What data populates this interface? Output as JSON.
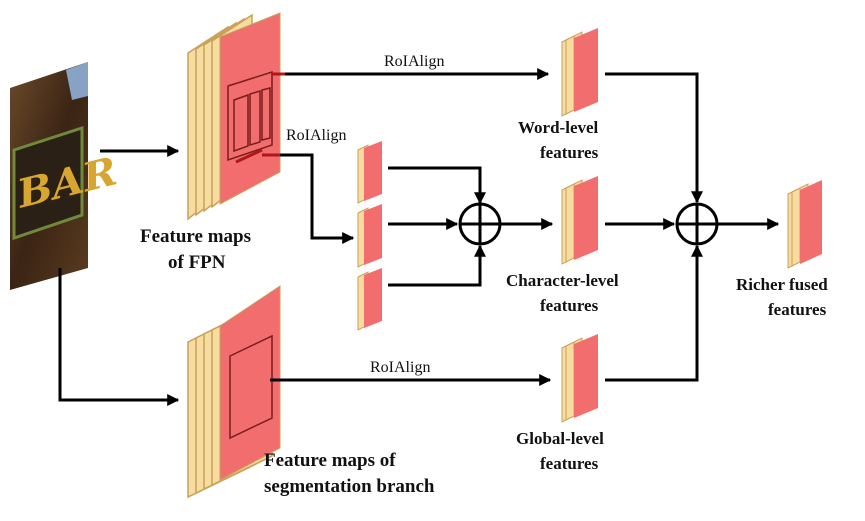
{
  "labels": {
    "fpn_line1": "Feature maps",
    "fpn_line2": "of FPN",
    "seg_line1": "Feature maps of",
    "seg_line2": "segmentation branch",
    "roi_top": "RoIAlign",
    "roi_mid": "RoIAlign",
    "roi_bottom": "RoIAlign",
    "word_line1": "Word-level",
    "word_line2": "features",
    "char_line1": "Character-level",
    "char_line2": "features",
    "global_line1": "Global-level",
    "global_line2": "features",
    "fused_line1": "Richer  fused",
    "fused_line2": "features"
  },
  "input_image": {
    "sign_text": "BAR"
  },
  "colors": {
    "feature_front": "#f26d6d",
    "feature_layer": "#f7dca0",
    "feature_layer_edge": "#c9a15a",
    "arrow": "#000000",
    "roi_highlight": "#b01818"
  }
}
